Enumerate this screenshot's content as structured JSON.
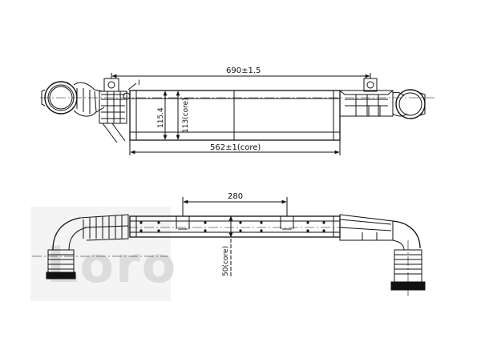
{
  "top_view": {
    "overall_length": "690±1.5",
    "core_length": "562±1(core)",
    "overall_height": "115.4",
    "core_height": "113(core)",
    "callout": "I"
  },
  "bottom_view": {
    "mount_spacing": "280",
    "core_depth": "50(core)"
  },
  "watermark": "Loro"
}
